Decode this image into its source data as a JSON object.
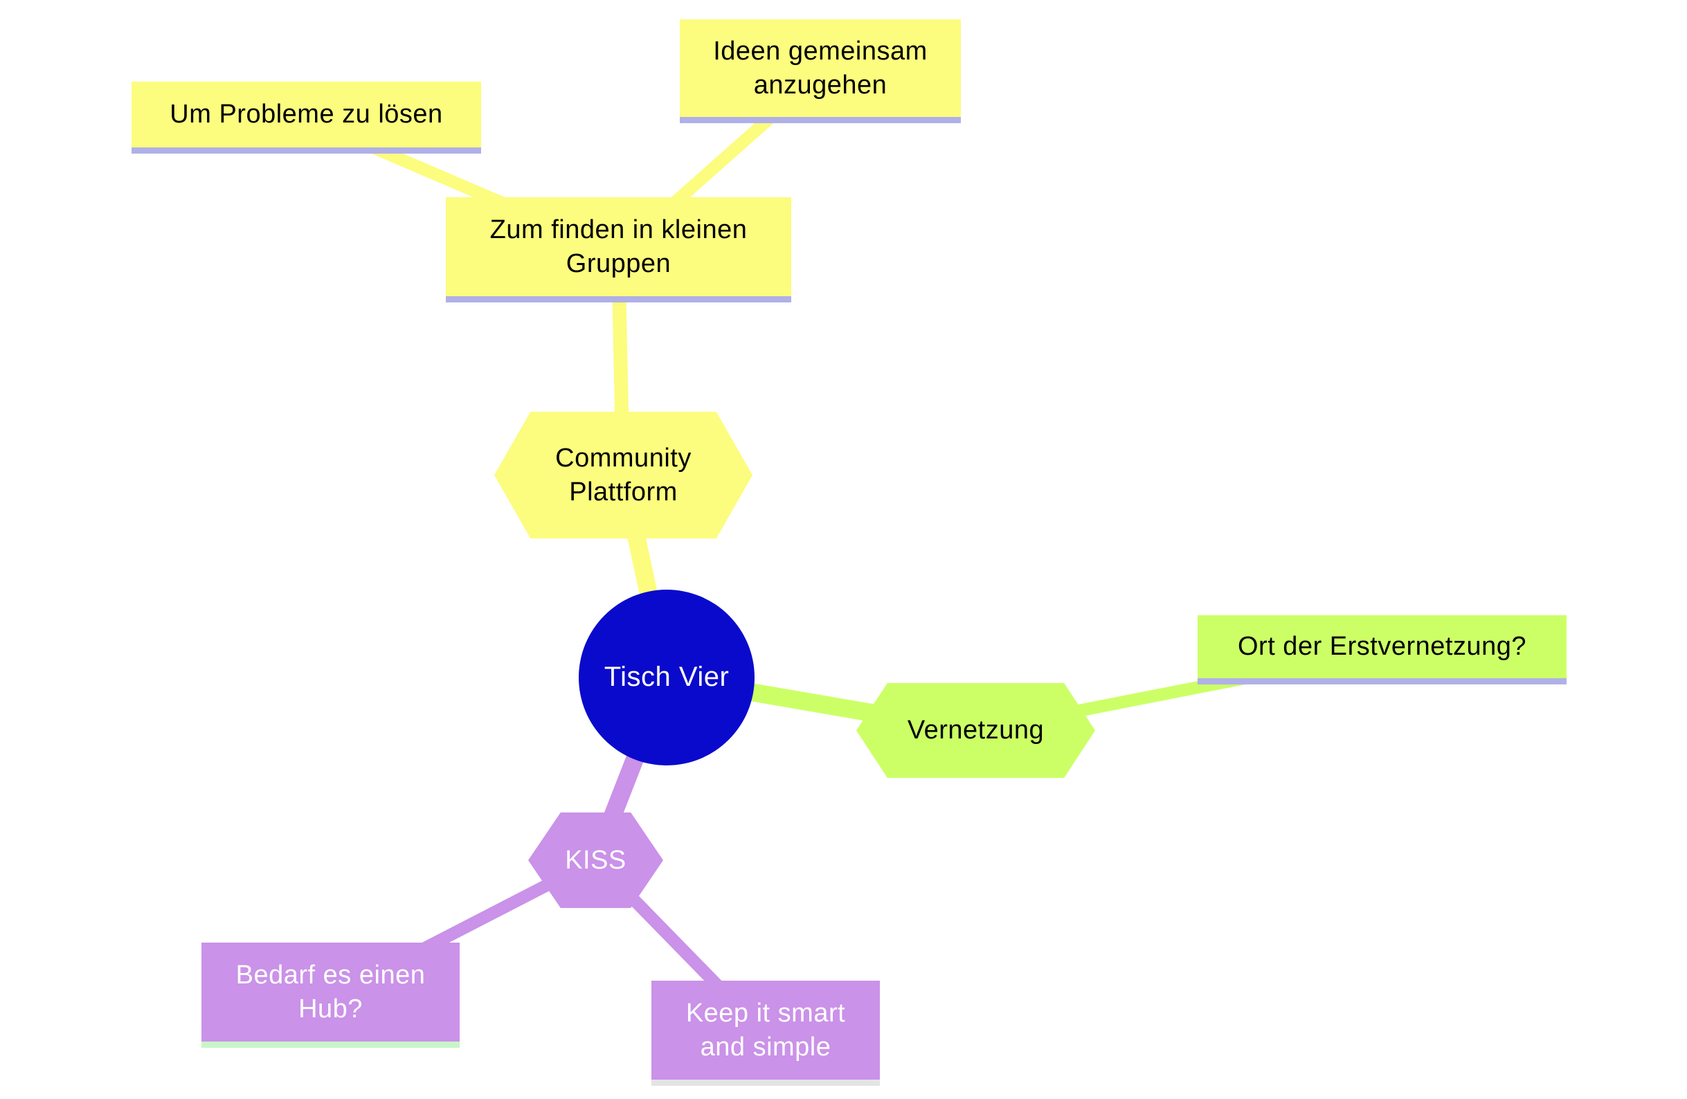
{
  "colors": {
    "background": "#FFFFFF",
    "yellow": "#FCFC7E",
    "green": "#CCFF66",
    "purple": "#CA92E8",
    "blue": "#0A0ACC",
    "underline_lavender": "#B0B0E8",
    "underline_pale_green": "#C8F5C8",
    "underline_pale_gray": "#E4E4E4",
    "text_dark": "#000000",
    "text_light": "#FFFFFF"
  },
  "nodes": {
    "root": {
      "label": "Tisch Vier"
    },
    "community_plattform": {
      "label": "Community Plattform"
    },
    "zum_finden": {
      "label": "Zum finden in kleinen Gruppen"
    },
    "um_probleme": {
      "label": "Um Probleme zu lösen"
    },
    "ideen": {
      "label": "Ideen gemeinsam anzugehen"
    },
    "vernetzung": {
      "label": "Vernetzung"
    },
    "ort": {
      "label": "Ort der Erstvernetzung?"
    },
    "kiss": {
      "label": "KISS"
    },
    "bedarf": {
      "label": "Bedarf es einen Hub?"
    },
    "keep": {
      "label": "Keep it smart and simple"
    }
  }
}
